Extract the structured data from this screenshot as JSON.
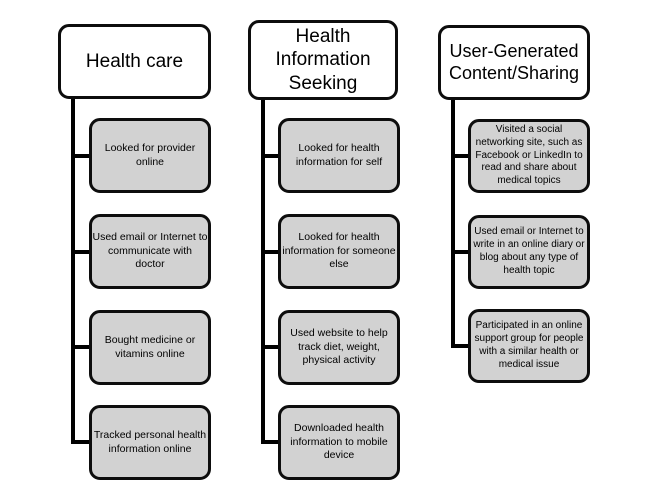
{
  "diagram": {
    "type": "hierarchy-list",
    "colors": {
      "background": "#ffffff",
      "box_border": "#0d0d0d",
      "header_fill": "#ffffff",
      "item_fill": "#d2d2d2",
      "connector": "#000000"
    },
    "columns": [
      {
        "header": "Health care",
        "items": [
          "Looked for provider online",
          "Used email or Internet to communicate with doctor",
          "Bought medicine or vitamins online",
          "Tracked personal health information online"
        ]
      },
      {
        "header": "Health Information Seeking",
        "items": [
          "Looked for health information for self",
          "Looked for health information for someone else",
          "Used website to help track diet, weight, physical activity",
          "Downloaded health information to mobile device"
        ]
      },
      {
        "header": "User-Generated Content/Sharing",
        "items": [
          "Visited a social networking site, such as Facebook or LinkedIn to read and share about medical topics",
          "Used email or Internet to write in an online diary or blog about any type of health topic",
          "Participated in an online support group for people with a similar health or medical issue"
        ]
      }
    ]
  }
}
